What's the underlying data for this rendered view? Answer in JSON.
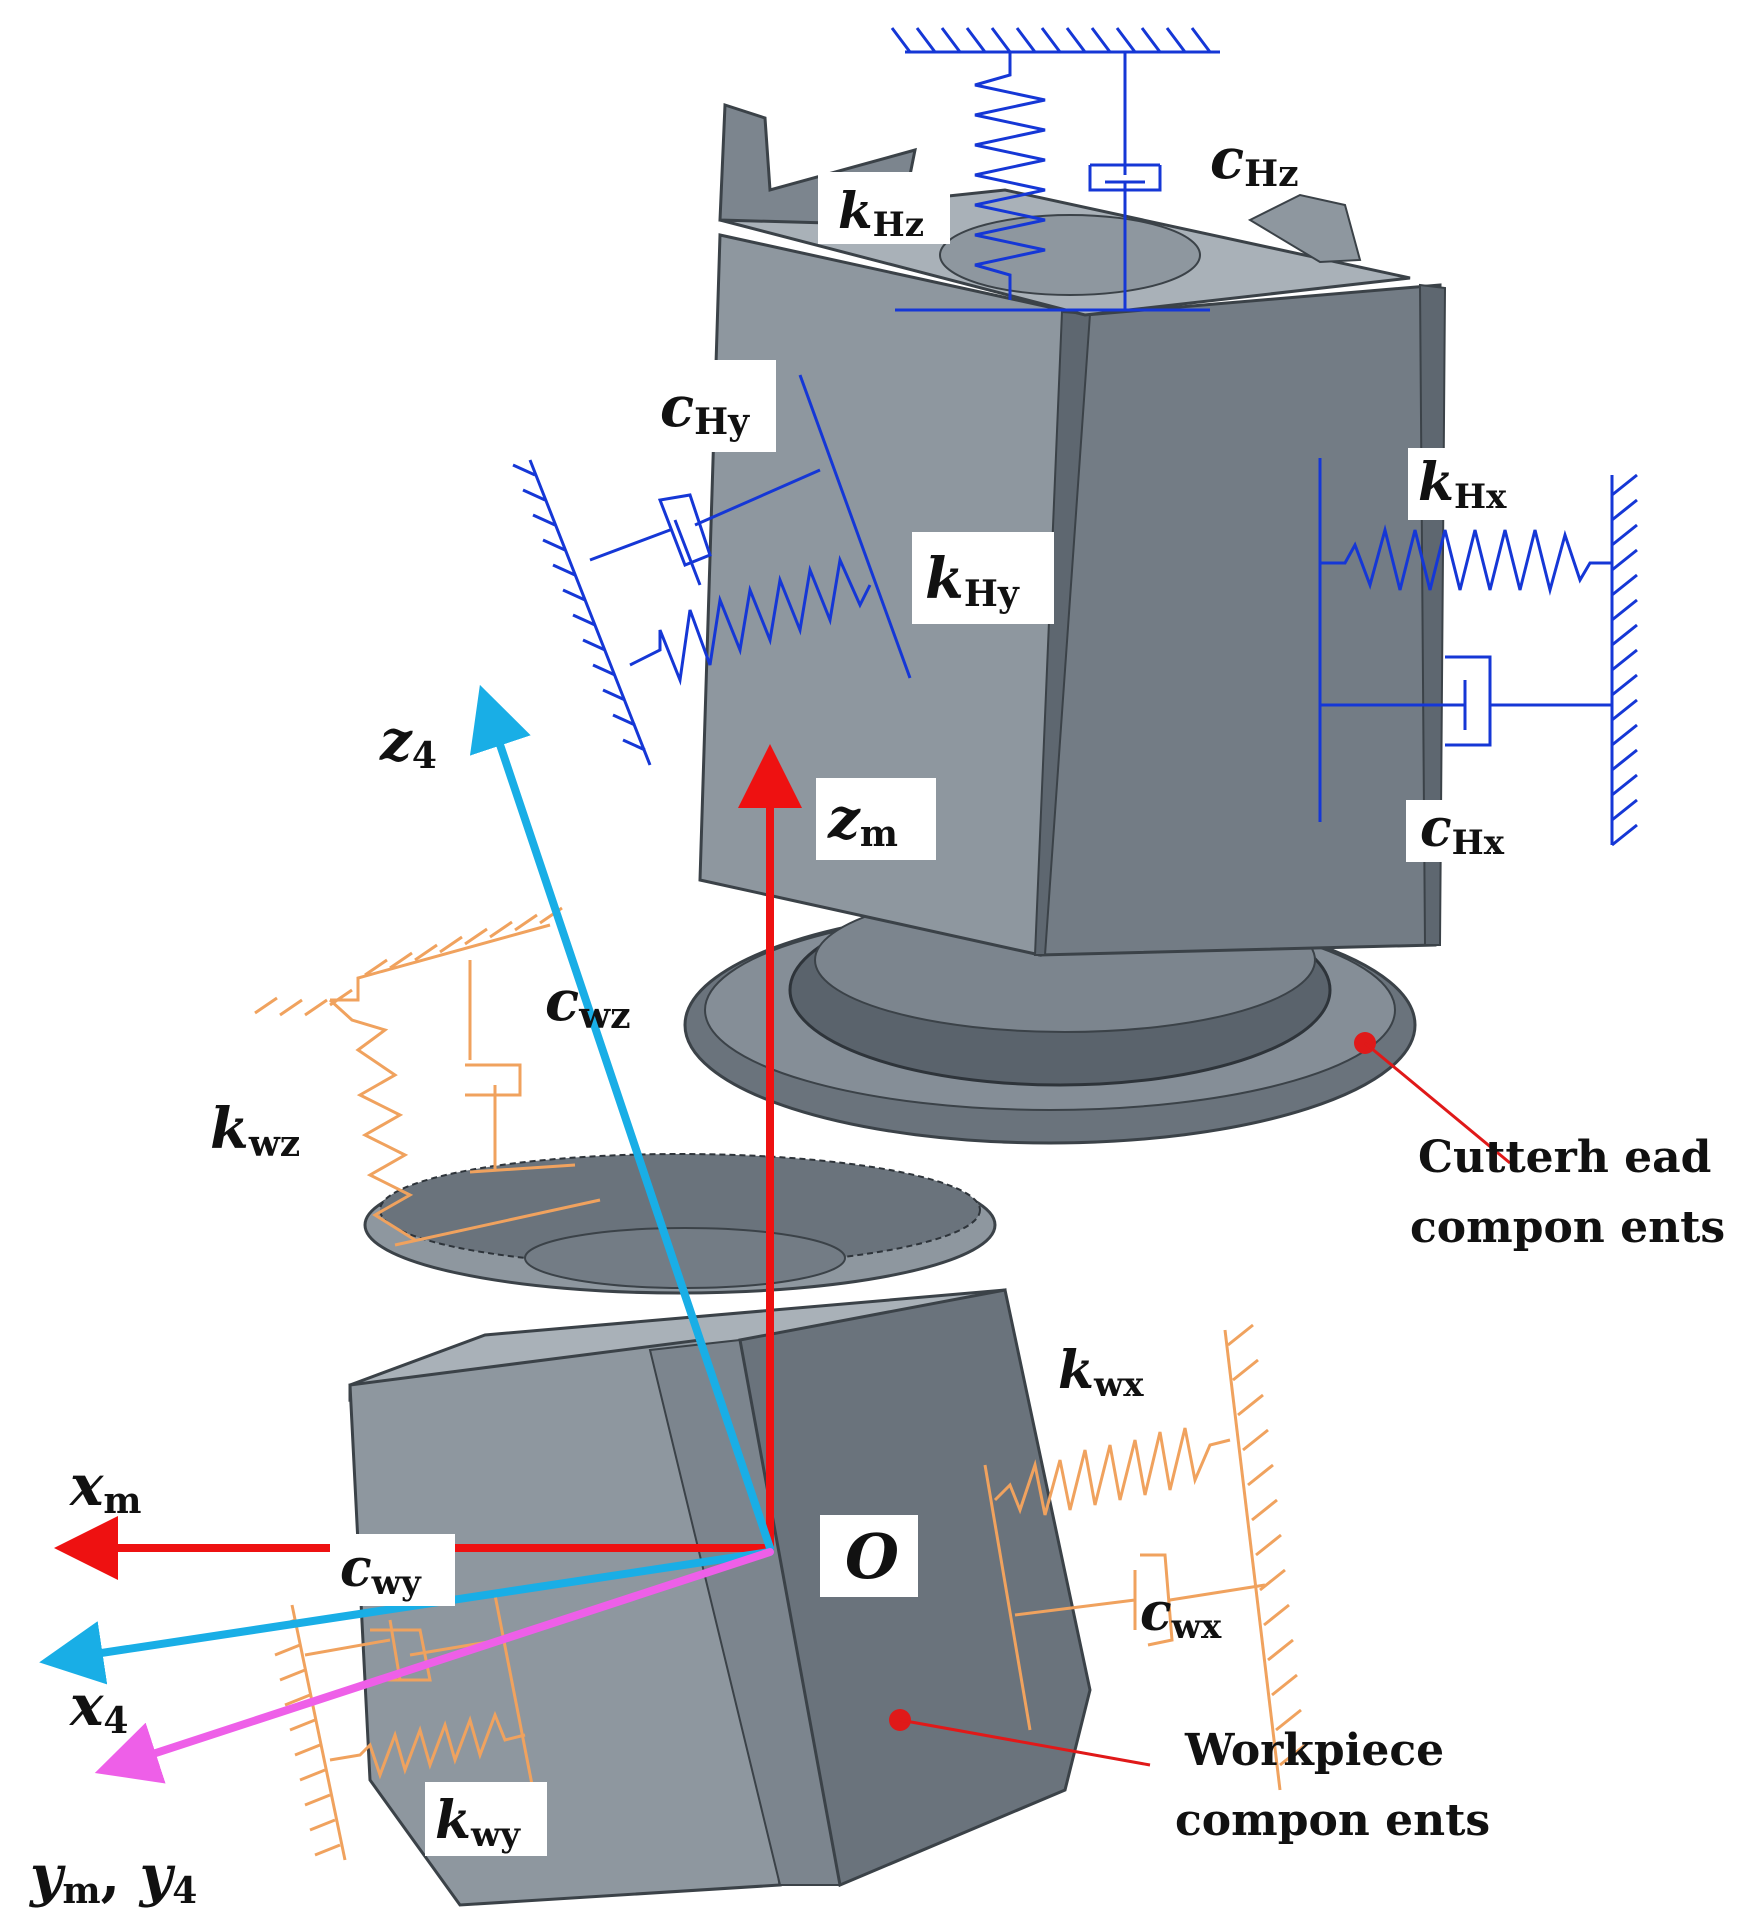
{
  "colors": {
    "body_dark": "#5e6770",
    "body_mid": "#737c85",
    "body_light": "#8e979f",
    "body_pale": "#a9b1b8",
    "edge": "#3b4248",
    "spring_blue": "#1537d6",
    "spring_orange": "#f0a25e",
    "axis_red": "#ee1111",
    "axis_cyan": "#19aee6",
    "axis_magenta": "#ee5fe8",
    "callout_red": "#e01919"
  },
  "labels": {
    "kHz": {
      "sym": "k",
      "sub": "Hz"
    },
    "cHz": {
      "sym": "c",
      "sub": "Hz"
    },
    "cHy": {
      "sym": "c",
      "sub": "Hy"
    },
    "kHy": {
      "sym": "k",
      "sub": "Hy"
    },
    "kHx": {
      "sym": "k",
      "sub": "Hx"
    },
    "cHx": {
      "sym": "c",
      "sub": "Hx"
    },
    "z4": {
      "sym": "z",
      "sub": "4"
    },
    "zm": {
      "sym": "z",
      "sub": "m"
    },
    "cwz": {
      "sym": "c",
      "sub": "wz"
    },
    "kwz": {
      "sym": "k",
      "sub": "wz"
    },
    "kwx": {
      "sym": "k",
      "sub": "wx"
    },
    "cwx": {
      "sym": "c",
      "sub": "wx"
    },
    "xm": {
      "sym": "x",
      "sub": "m"
    },
    "cwy": {
      "sym": "c",
      "sub": "wy"
    },
    "x4": {
      "sym": "x",
      "sub": "4"
    },
    "kwy": {
      "sym": "k",
      "sub": "wy"
    },
    "ym_y4": {
      "sym1": "y",
      "sub1": "m",
      "sep": ", ",
      "sym2": "y",
      "sub2": "4"
    },
    "origin": "O"
  },
  "callouts": {
    "cutterhead_line1": "Cutterh ead",
    "cutterhead_line2": "compon ents",
    "workpiece_line1": "Workpiece",
    "workpiece_line2": "compon ents"
  }
}
